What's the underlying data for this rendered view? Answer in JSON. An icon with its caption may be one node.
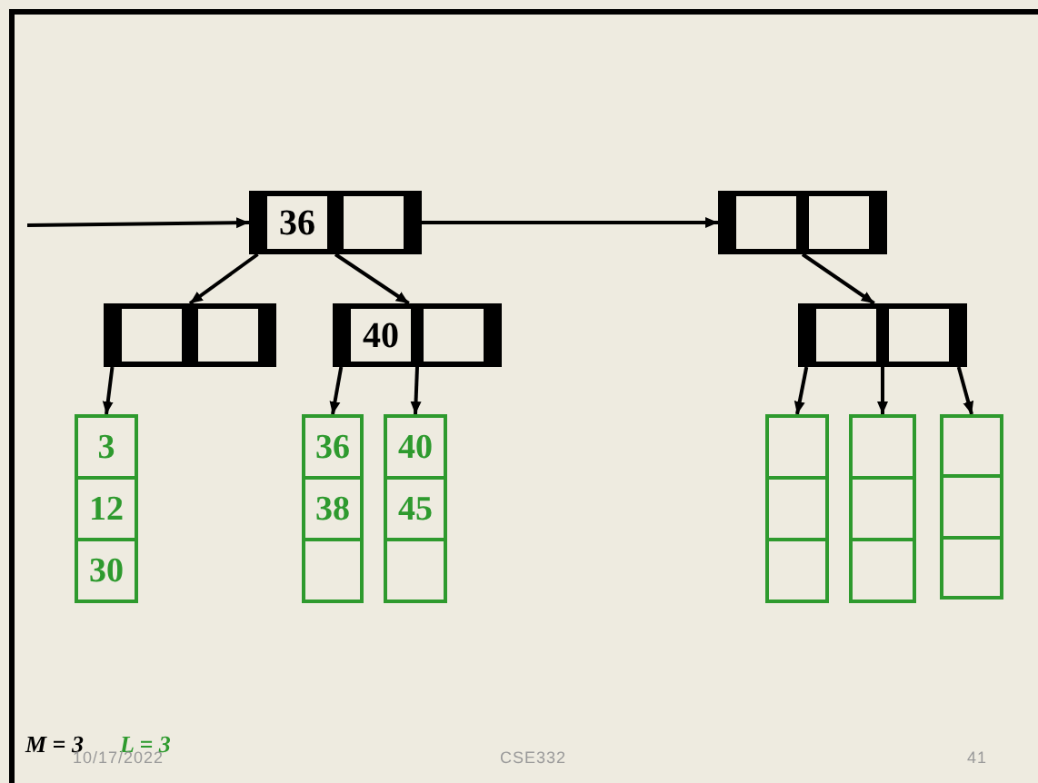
{
  "diagram": {
    "nodes": [
      {
        "text": [
          "36"
        ]
      },
      {
        "text": [],
        "shape": "box"
      },
      {
        "text": [
          "40"
        ]
      },
      {
        "text": [
          "3",
          "12",
          "30"
        ]
      },
      {
        "text": [
          "36",
          "38"
        ]
      },
      {
        "text": [
          "40",
          "45"
        ]
      },
      {
        "text": [],
        "shape": "box"
      },
      {
        "text": [],
        "shape": "box"
      },
      {
        "text": [],
        "shape": "box"
      },
      {
        "text": [],
        "shape": "box"
      },
      {
        "text": [],
        "shape": "box"
      }
    ],
    "edges": [
      {
        "from": null,
        "to": 0,
        "arrow": "to"
      },
      {
        "from": 0,
        "to": 1,
        "arrow": "to"
      },
      {
        "from": 0,
        "to": 2,
        "arrow": "to"
      },
      {
        "from": 1,
        "to": 3,
        "arrow": "to"
      },
      {
        "from": 2,
        "to": 4,
        "arrow": "to"
      },
      {
        "from": 2,
        "to": 5,
        "arrow": "to"
      },
      {
        "from": 0,
        "to": 6,
        "arrow": "to"
      },
      {
        "from": 6,
        "to": 7,
        "arrow": "to"
      },
      {
        "from": 7,
        "to": 8,
        "arrow": "to"
      },
      {
        "from": 7,
        "to": 9,
        "arrow": "to"
      },
      {
        "from": 7,
        "to": 10,
        "arrow": "to"
      }
    ],
    "labels": [
      "M = 3",
      "L = 3",
      "10/17/2022",
      "CSE332",
      "41"
    ]
  }
}
